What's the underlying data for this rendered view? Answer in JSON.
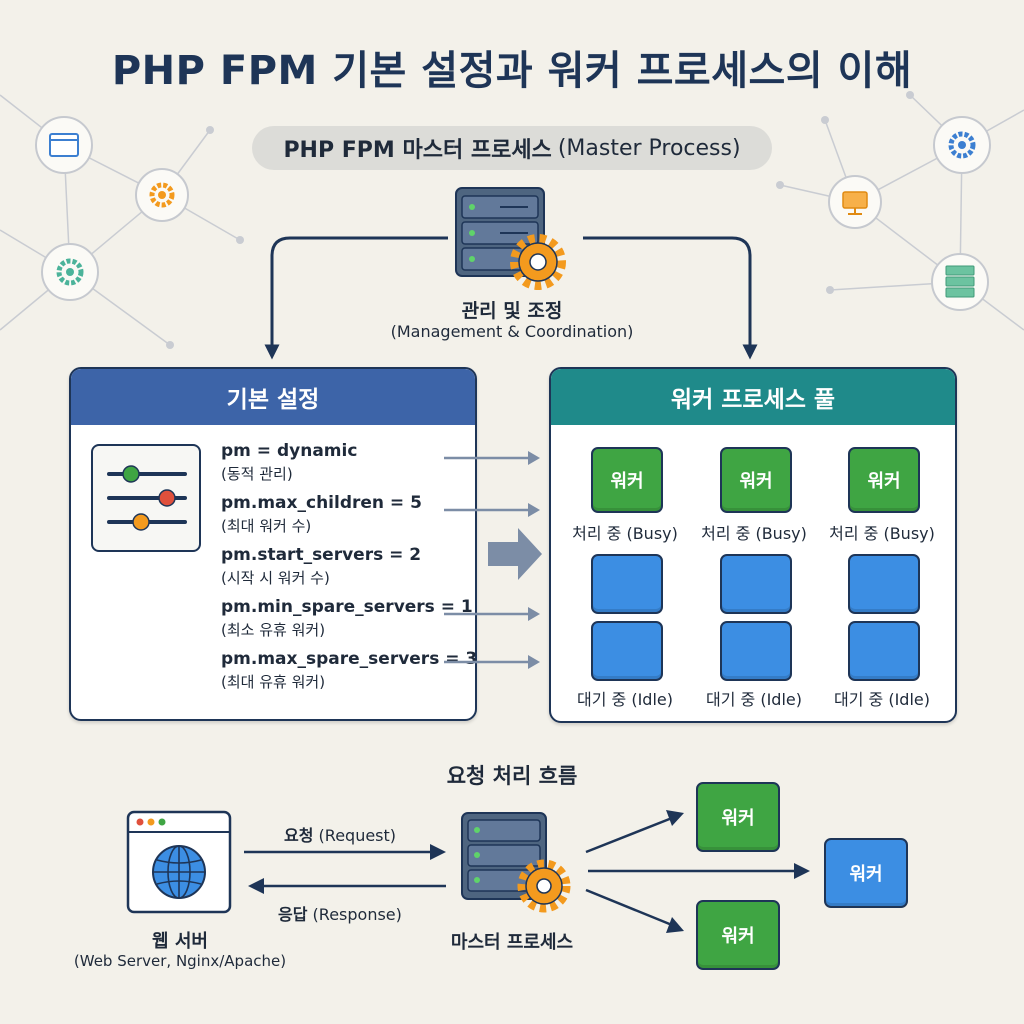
{
  "title": "PHP FPM 기본 설정과 워커 프로세스의 이해",
  "master": {
    "name_ko": "PHP FPM 마스터 프로세스",
    "name_en": "(Master Process)",
    "role_ko": "관리 및 조정",
    "role_en": "(Management & Coordination)"
  },
  "settings": {
    "header": "기본 설정",
    "items": [
      {
        "key": "pm = dynamic",
        "desc": "(동적 관리)"
      },
      {
        "key": "pm.max_children = 5",
        "desc": "(최대 워커 수)"
      },
      {
        "key": "pm.start_servers = 2",
        "desc": "(시작 시 워커 수)"
      },
      {
        "key": "pm.min_spare_servers = 1",
        "desc": "(최소 유휴 워커)"
      },
      {
        "key": "pm.max_spare_servers = 3",
        "desc": "(최대 유휴 워커)"
      }
    ]
  },
  "pool": {
    "header": "워커 프로세스 풀",
    "worker_label": "워커",
    "busy_label": "처리 중 (Busy)",
    "idle_label": "대기 중 (Idle)"
  },
  "flow": {
    "title": "요청 처리 흐름",
    "request_ko": "요청",
    "request_en": "(Request)",
    "response_ko": "응답",
    "response_en": "(Response)",
    "web_server_ko": "웹 서버",
    "web_server_en": "(Web Server, Nginx/Apache)",
    "master_ko": "마스터 프로세스",
    "worker_label": "워커"
  },
  "colors": {
    "navy": "#1e3557",
    "settings_header": "#3d64a8",
    "pool_header": "#1f8a8a",
    "busy_worker": "#3fa543",
    "idle_worker": "#3c8ee3",
    "gear": "#f39a1e"
  }
}
